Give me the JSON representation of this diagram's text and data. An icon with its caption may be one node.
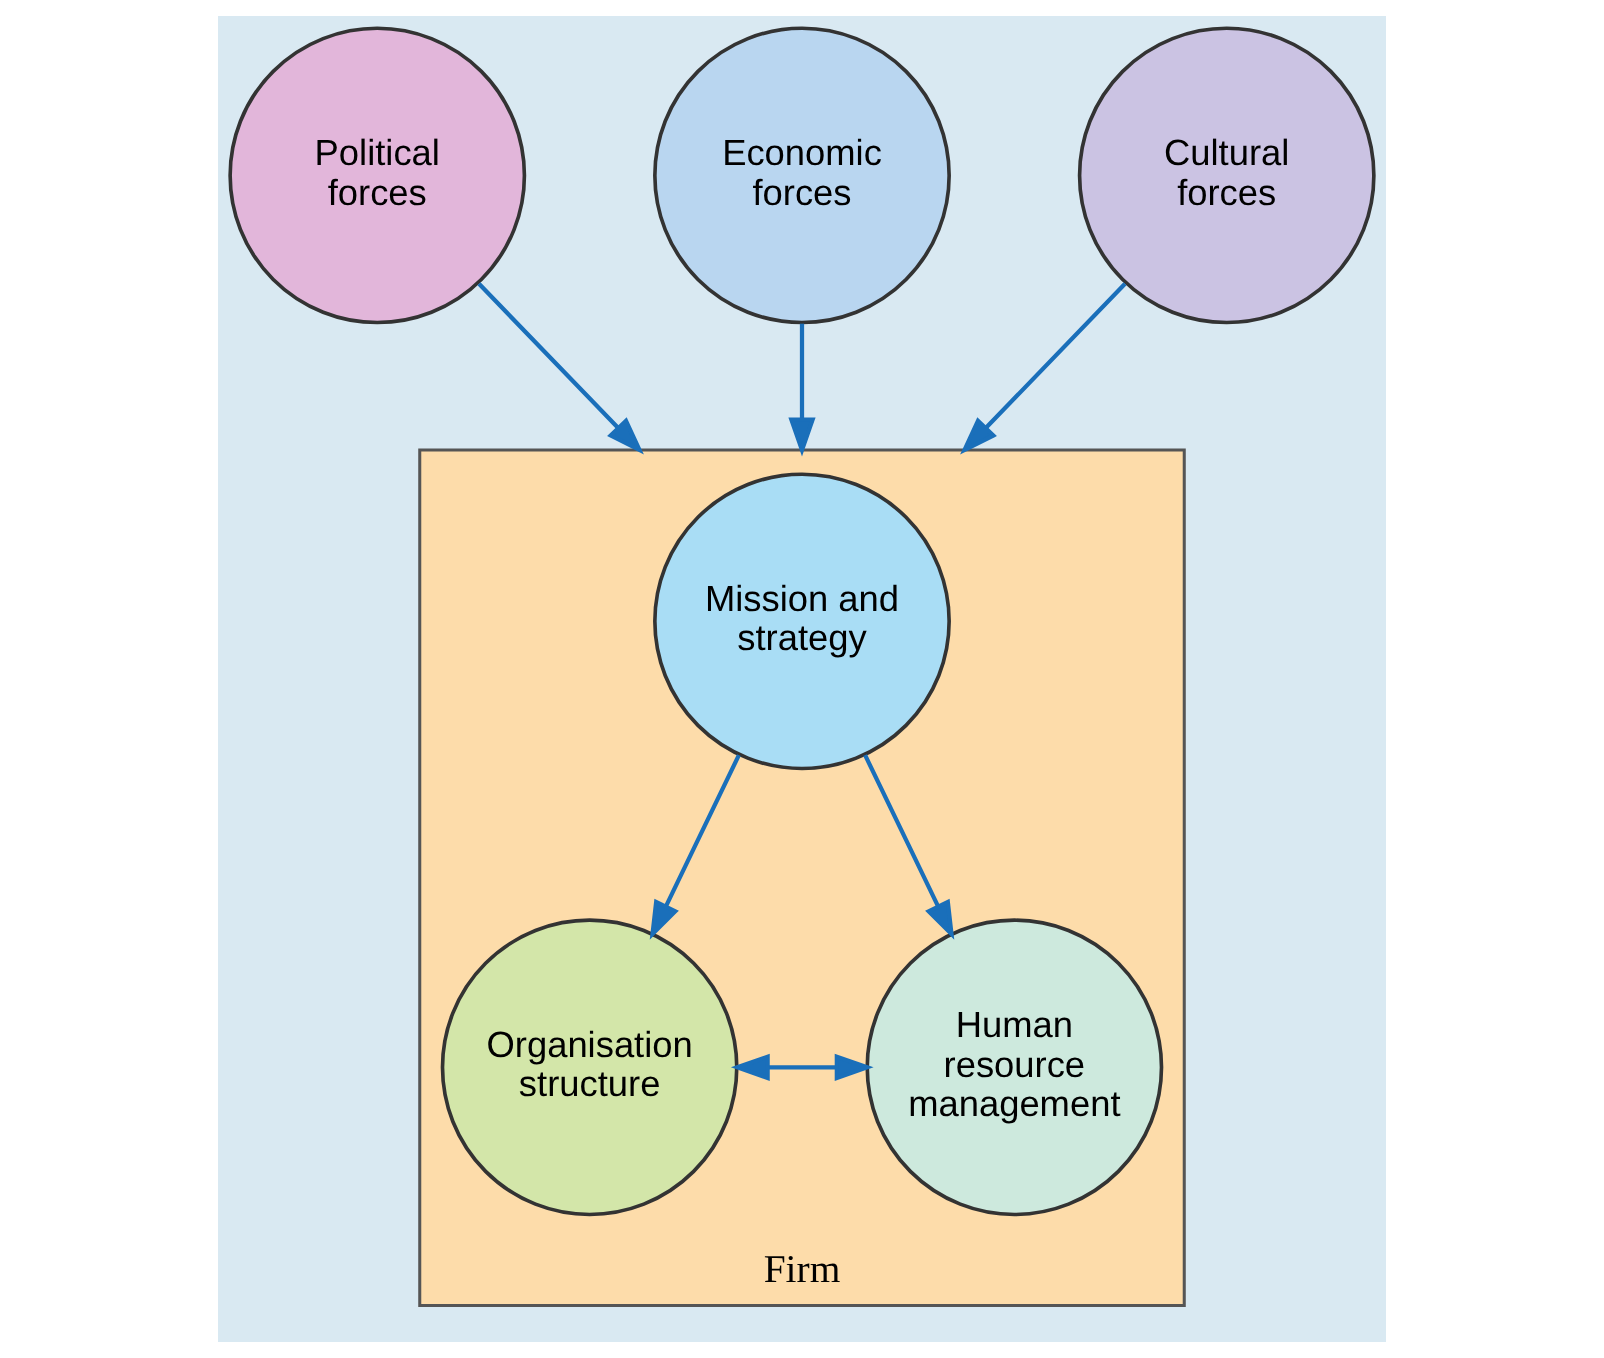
{
  "diagram": {
    "nodes": [
      {
        "text": [
          "Political forces"
        ]
      },
      {
        "text": [
          "Economic forces"
        ]
      },
      {
        "text": [
          "Cultural forces"
        ]
      },
      {
        "text": [
          "Firm"
        ]
      },
      {
        "text": [
          "Mission and strategy"
        ],
        "in": 3
      },
      {
        "text": [
          "Organisation structure"
        ],
        "in": 3
      },
      {
        "text": [
          "Human resource management"
        ],
        "in": 3
      }
    ],
    "edges": [
      {
        "from": 0,
        "to": 3,
        "arrow": "to"
      },
      {
        "from": 1,
        "to": 3,
        "arrow": "to"
      },
      {
        "from": 2,
        "to": 3,
        "arrow": "to"
      },
      {
        "from": 4,
        "to": 5,
        "arrow": "to"
      },
      {
        "from": 4,
        "to": 6,
        "arrow": "to"
      },
      {
        "from": 5,
        "to": 6,
        "arrow": "both"
      }
    ]
  }
}
